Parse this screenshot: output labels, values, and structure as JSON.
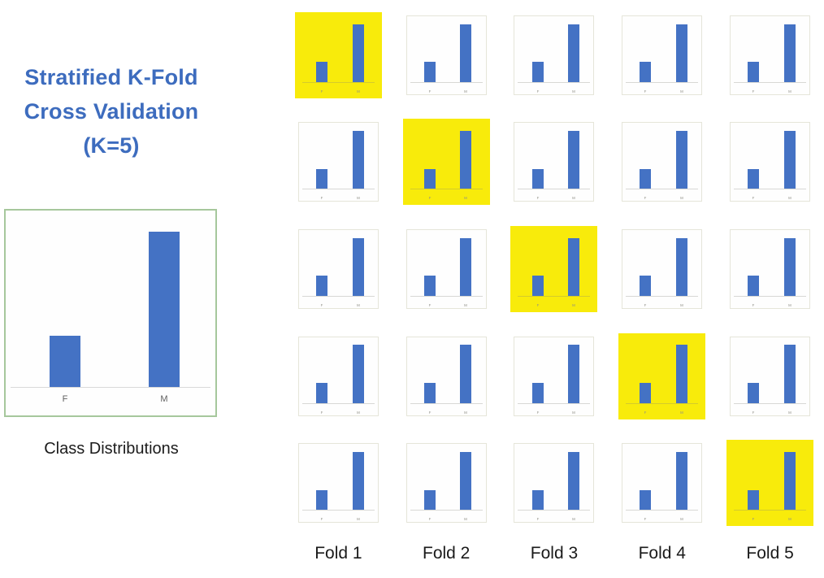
{
  "title": {
    "lines": [
      "Stratified K-Fold",
      "Cross Validation",
      "(K=5)"
    ]
  },
  "left_chart": {
    "caption": "Class Distributions",
    "categories": [
      "F",
      "M"
    ],
    "bar_heights_pct": [
      29,
      88
    ]
  },
  "grid": {
    "rows": 5,
    "cols": 5,
    "highlighted_cells": [
      [
        0,
        0
      ],
      [
        1,
        1
      ],
      [
        2,
        2
      ],
      [
        3,
        3
      ],
      [
        4,
        4
      ]
    ],
    "mini_chart": {
      "categories": [
        "F",
        "M"
      ],
      "bar_heights_pct": [
        30,
        87
      ]
    }
  },
  "fold_labels": [
    "Fold 1",
    "Fold 2",
    "Fold 3",
    "Fold 4",
    "Fold 5"
  ],
  "colors": {
    "bar_blue": "#4472C4",
    "highlight_yellow": "#F8EB0B",
    "title_blue": "#3D6CBE",
    "left_chart_border_green": "#A6C79C",
    "mini_chart_border": "#E5E5D9",
    "baseline_gray": "#D9D9D9",
    "axis_label_gray": "#5F5F5F",
    "fold_label_dark": "#1a1a1a"
  },
  "chart_data": [
    {
      "type": "bar",
      "title": "Class Distributions",
      "categories": [
        "F",
        "M"
      ],
      "values": [
        0.29,
        0.88
      ],
      "xlabel": "",
      "ylabel": "",
      "ylim": [
        0,
        1
      ],
      "grid": false,
      "legend": false,
      "note_bar_color": "#4472C4"
    },
    {
      "type": "bar",
      "title": "Fold subset mini charts (5 rows x 5 columns, identical distributions)",
      "categories": [
        "F",
        "M"
      ],
      "values": [
        0.3,
        0.87
      ],
      "xlabel": "",
      "ylabel": "",
      "ylim": [
        0,
        1
      ],
      "grid": false,
      "legend": false,
      "grid_rows": 5,
      "grid_cols": 5,
      "highlighted_cells_row_col": [
        [
          1,
          1
        ],
        [
          2,
          2
        ],
        [
          3,
          3
        ],
        [
          4,
          4
        ],
        [
          5,
          5
        ]
      ],
      "highlight_color": "#F8EB0B",
      "column_labels": [
        "Fold 1",
        "Fold 2",
        "Fold 3",
        "Fold 4",
        "Fold 5"
      ]
    }
  ]
}
